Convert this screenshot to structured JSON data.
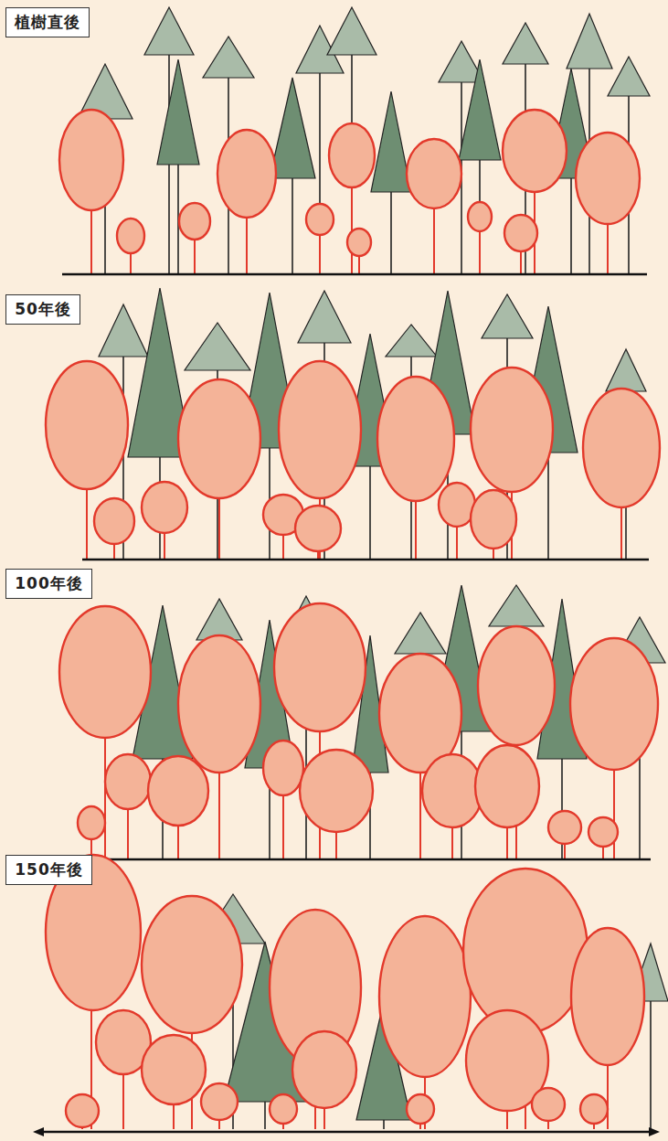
{
  "diagram": {
    "nodes": [
      {
        "text": [
          "植樹直後"
        ]
      },
      {
        "text": [
          "50年後"
        ]
      },
      {
        "text": [
          "100年後"
        ]
      },
      {
        "text": [
          "150年後"
        ]
      }
    ]
  }
}
